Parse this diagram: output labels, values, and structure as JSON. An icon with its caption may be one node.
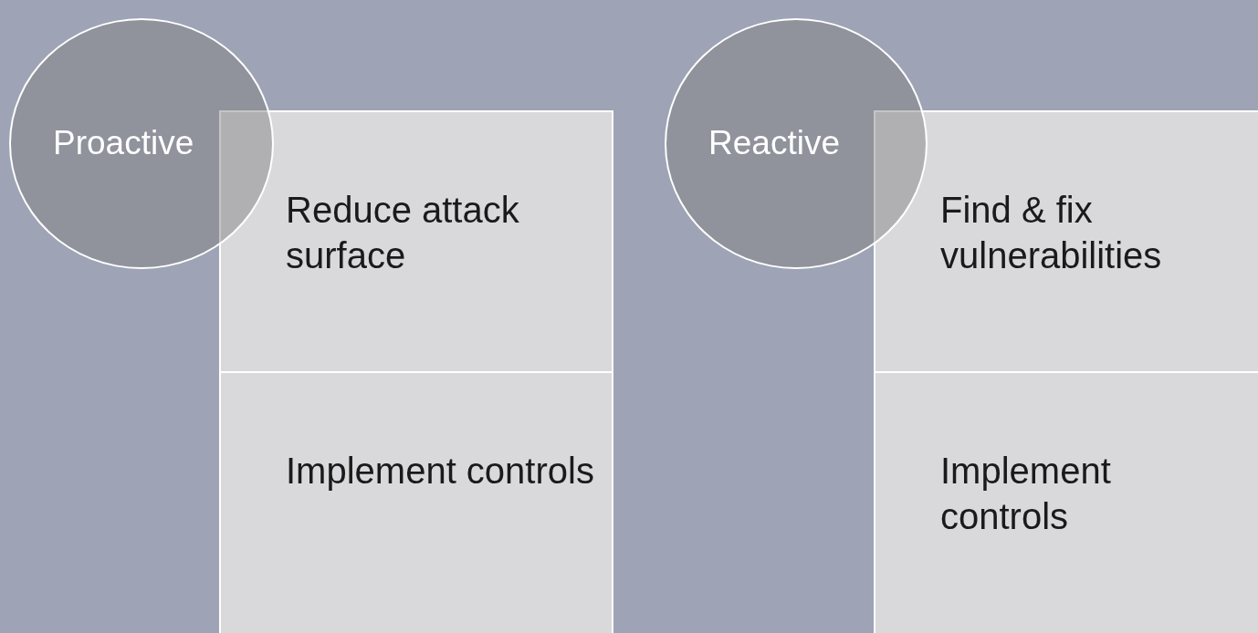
{
  "diagram": {
    "nodes": [
      {
        "text": [
          "Proactive"
        ]
      },
      {
        "text": [
          "Reduce attack surface"
        ]
      },
      {
        "text": [
          "Implement controls"
        ]
      },
      {
        "text": [
          "Reactive"
        ]
      },
      {
        "text": [
          "Find & fix vulnerabilities"
        ]
      },
      {
        "text": [
          "Implement controls"
        ]
      }
    ]
  }
}
